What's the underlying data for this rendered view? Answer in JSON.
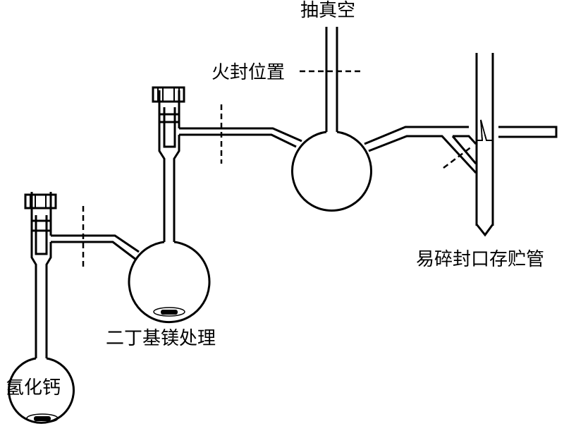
{
  "labels": {
    "vacuum": "抽真空",
    "flame_seal": "火封位置",
    "ampoule": "易碎封口存贮管",
    "dibutylmagnesium": "二丁基镁处理",
    "calcium_hydride": "氢化钙"
  }
}
